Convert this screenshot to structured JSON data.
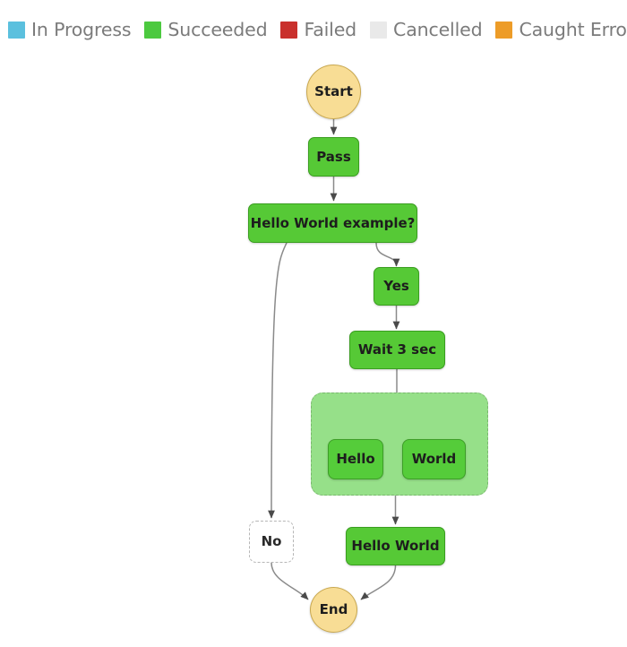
{
  "legend": {
    "items": [
      {
        "label": "In Progress",
        "color": "#5bc0de"
      },
      {
        "label": "Succeeded",
        "color": "#4cc93f"
      },
      {
        "label": "Failed",
        "color": "#c9302c"
      },
      {
        "label": "Cancelled",
        "color": "#e9e9e9"
      },
      {
        "label": "Caught Error",
        "color": "#ed9c28"
      }
    ]
  },
  "graph": {
    "nodes": {
      "start": {
        "label": "Start",
        "status": "Caught Error"
      },
      "pass": {
        "label": "Pass",
        "status": "Succeeded"
      },
      "choice": {
        "label": "Hello World example?",
        "status": "Succeeded"
      },
      "yes": {
        "label": "Yes",
        "status": "Succeeded"
      },
      "wait": {
        "label": "Wait 3 sec",
        "status": "Succeeded"
      },
      "hello": {
        "label": "Hello",
        "status": "Succeeded"
      },
      "world": {
        "label": "World",
        "status": "Succeeded"
      },
      "no": {
        "label": "No",
        "status": "Cancelled"
      },
      "hello_world": {
        "label": "Hello World",
        "status": "Succeeded"
      },
      "end": {
        "label": "End",
        "status": "Caught Error"
      }
    },
    "parallel_group": {
      "label": "",
      "status": "Succeeded"
    }
  }
}
